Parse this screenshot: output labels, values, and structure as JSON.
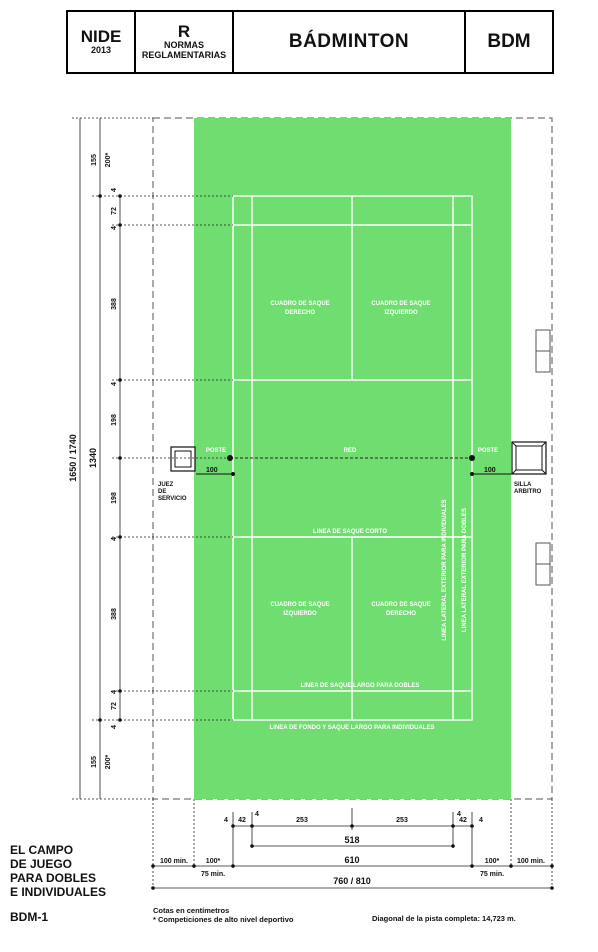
{
  "header": {
    "nide": "NIDE",
    "year": "2013",
    "r": "R",
    "normas_1": "NORMAS",
    "normas_2": "REGLAMENTARIAS",
    "title": "BÁDMINTON",
    "code": "BDM"
  },
  "court": {
    "colors": {
      "field": "#6fdd6f",
      "line": "#ffffff",
      "ink": "#222222"
    },
    "labels": {
      "box_tl_1": "CUADRO DE SAQUE",
      "box_tl_2": "DERECHO",
      "box_tr_1": "CUADRO DE SAQUE",
      "box_tr_2": "IZQUIERDO",
      "box_bl_1": "CUADRO DE SAQUE",
      "box_bl_2": "IZQUIERDO",
      "box_br_1": "CUADRO DE SAQUE",
      "box_br_2": "DERECHO",
      "poste_l": "POSTE",
      "poste_r": "POSTE",
      "red": "RED",
      "dist_l": "100",
      "dist_r": "100",
      "juez_1": "JUEZ",
      "juez_2": "DE",
      "juez_3": "SERVICIO",
      "silla_1": "SILLA",
      "silla_2": "ARBITRO",
      "saque_corto": "LINEA DE SAQUE CORTO",
      "saque_largo_dobles": "LINEA DE SAQUE LARGO PARA DOBLES",
      "fondo": "LINEA DE FONDO Y SAQUE LARGO PARA INDIVIDUALES",
      "lat_ind": "LINEA LATERAL EXTERIOR PARA INDIVIDUALES",
      "lat_dob": "LINEA LATERAL EXTERIOR PARA DOBLES"
    }
  },
  "dims_left": {
    "total": "1650 / 1740",
    "court": "1340",
    "a155": "155",
    "a200": "200*",
    "b155": "155",
    "b200": "200*",
    "s4a": "4",
    "s72a": "72",
    "s4b": "4",
    "s388a": "388",
    "s4c": "4",
    "s198a": "198",
    "s198b": "198",
    "s4d": "4",
    "s388b": "388",
    "s4e": "4",
    "s72b": "72",
    "s4f": "4"
  },
  "dims_bottom": {
    "w4a": "4",
    "w42a": "42",
    "w4b": "4",
    "w253a": "253",
    "w253b": "253",
    "w4c": "4",
    "w42b": "42",
    "w4d": "4",
    "w518": "518",
    "w610": "610",
    "min_l": "100 min.",
    "min_r": "100 min.",
    "star_l": "100*",
    "star_r": "100*",
    "m75_l": "75 min.",
    "m75_r": "75 min.",
    "total": "760 / 810"
  },
  "footer": {
    "title_1": "EL CAMPO",
    "title_2": "DE JUEGO",
    "title_3": "PARA DOBLES",
    "title_4": "E INDIVIDUALES",
    "ref": "BDM-1",
    "note_1": "Cotas en centímetros",
    "note_2": "* Competiciones de alto nivel deportivo",
    "diagonal": "Diagonal de la pista completa: 14,723 m."
  }
}
